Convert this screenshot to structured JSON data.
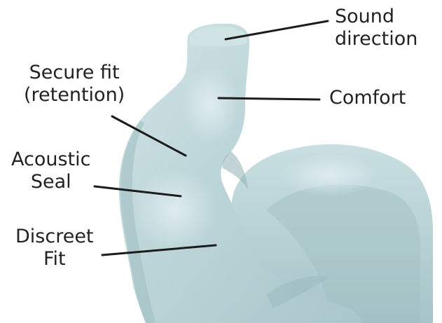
{
  "diagram": {
    "labels": {
      "sound_direction": [
        "Sound",
        "direction"
      ],
      "secure_fit": [
        "Secure fit",
        "(retention)"
      ],
      "comfort": [
        "Comfort"
      ],
      "acoustic_seal": [
        "Acoustic",
        "Seal"
      ],
      "discreet_fit": [
        "Discreet",
        "Fit"
      ]
    },
    "colors": {
      "earmold": "#b9d3d6",
      "earmold_light": "#d4e5e7",
      "earmold_shadow": "#93b4b8",
      "leader_line": "#1c1c1c",
      "text": "#222222"
    }
  }
}
